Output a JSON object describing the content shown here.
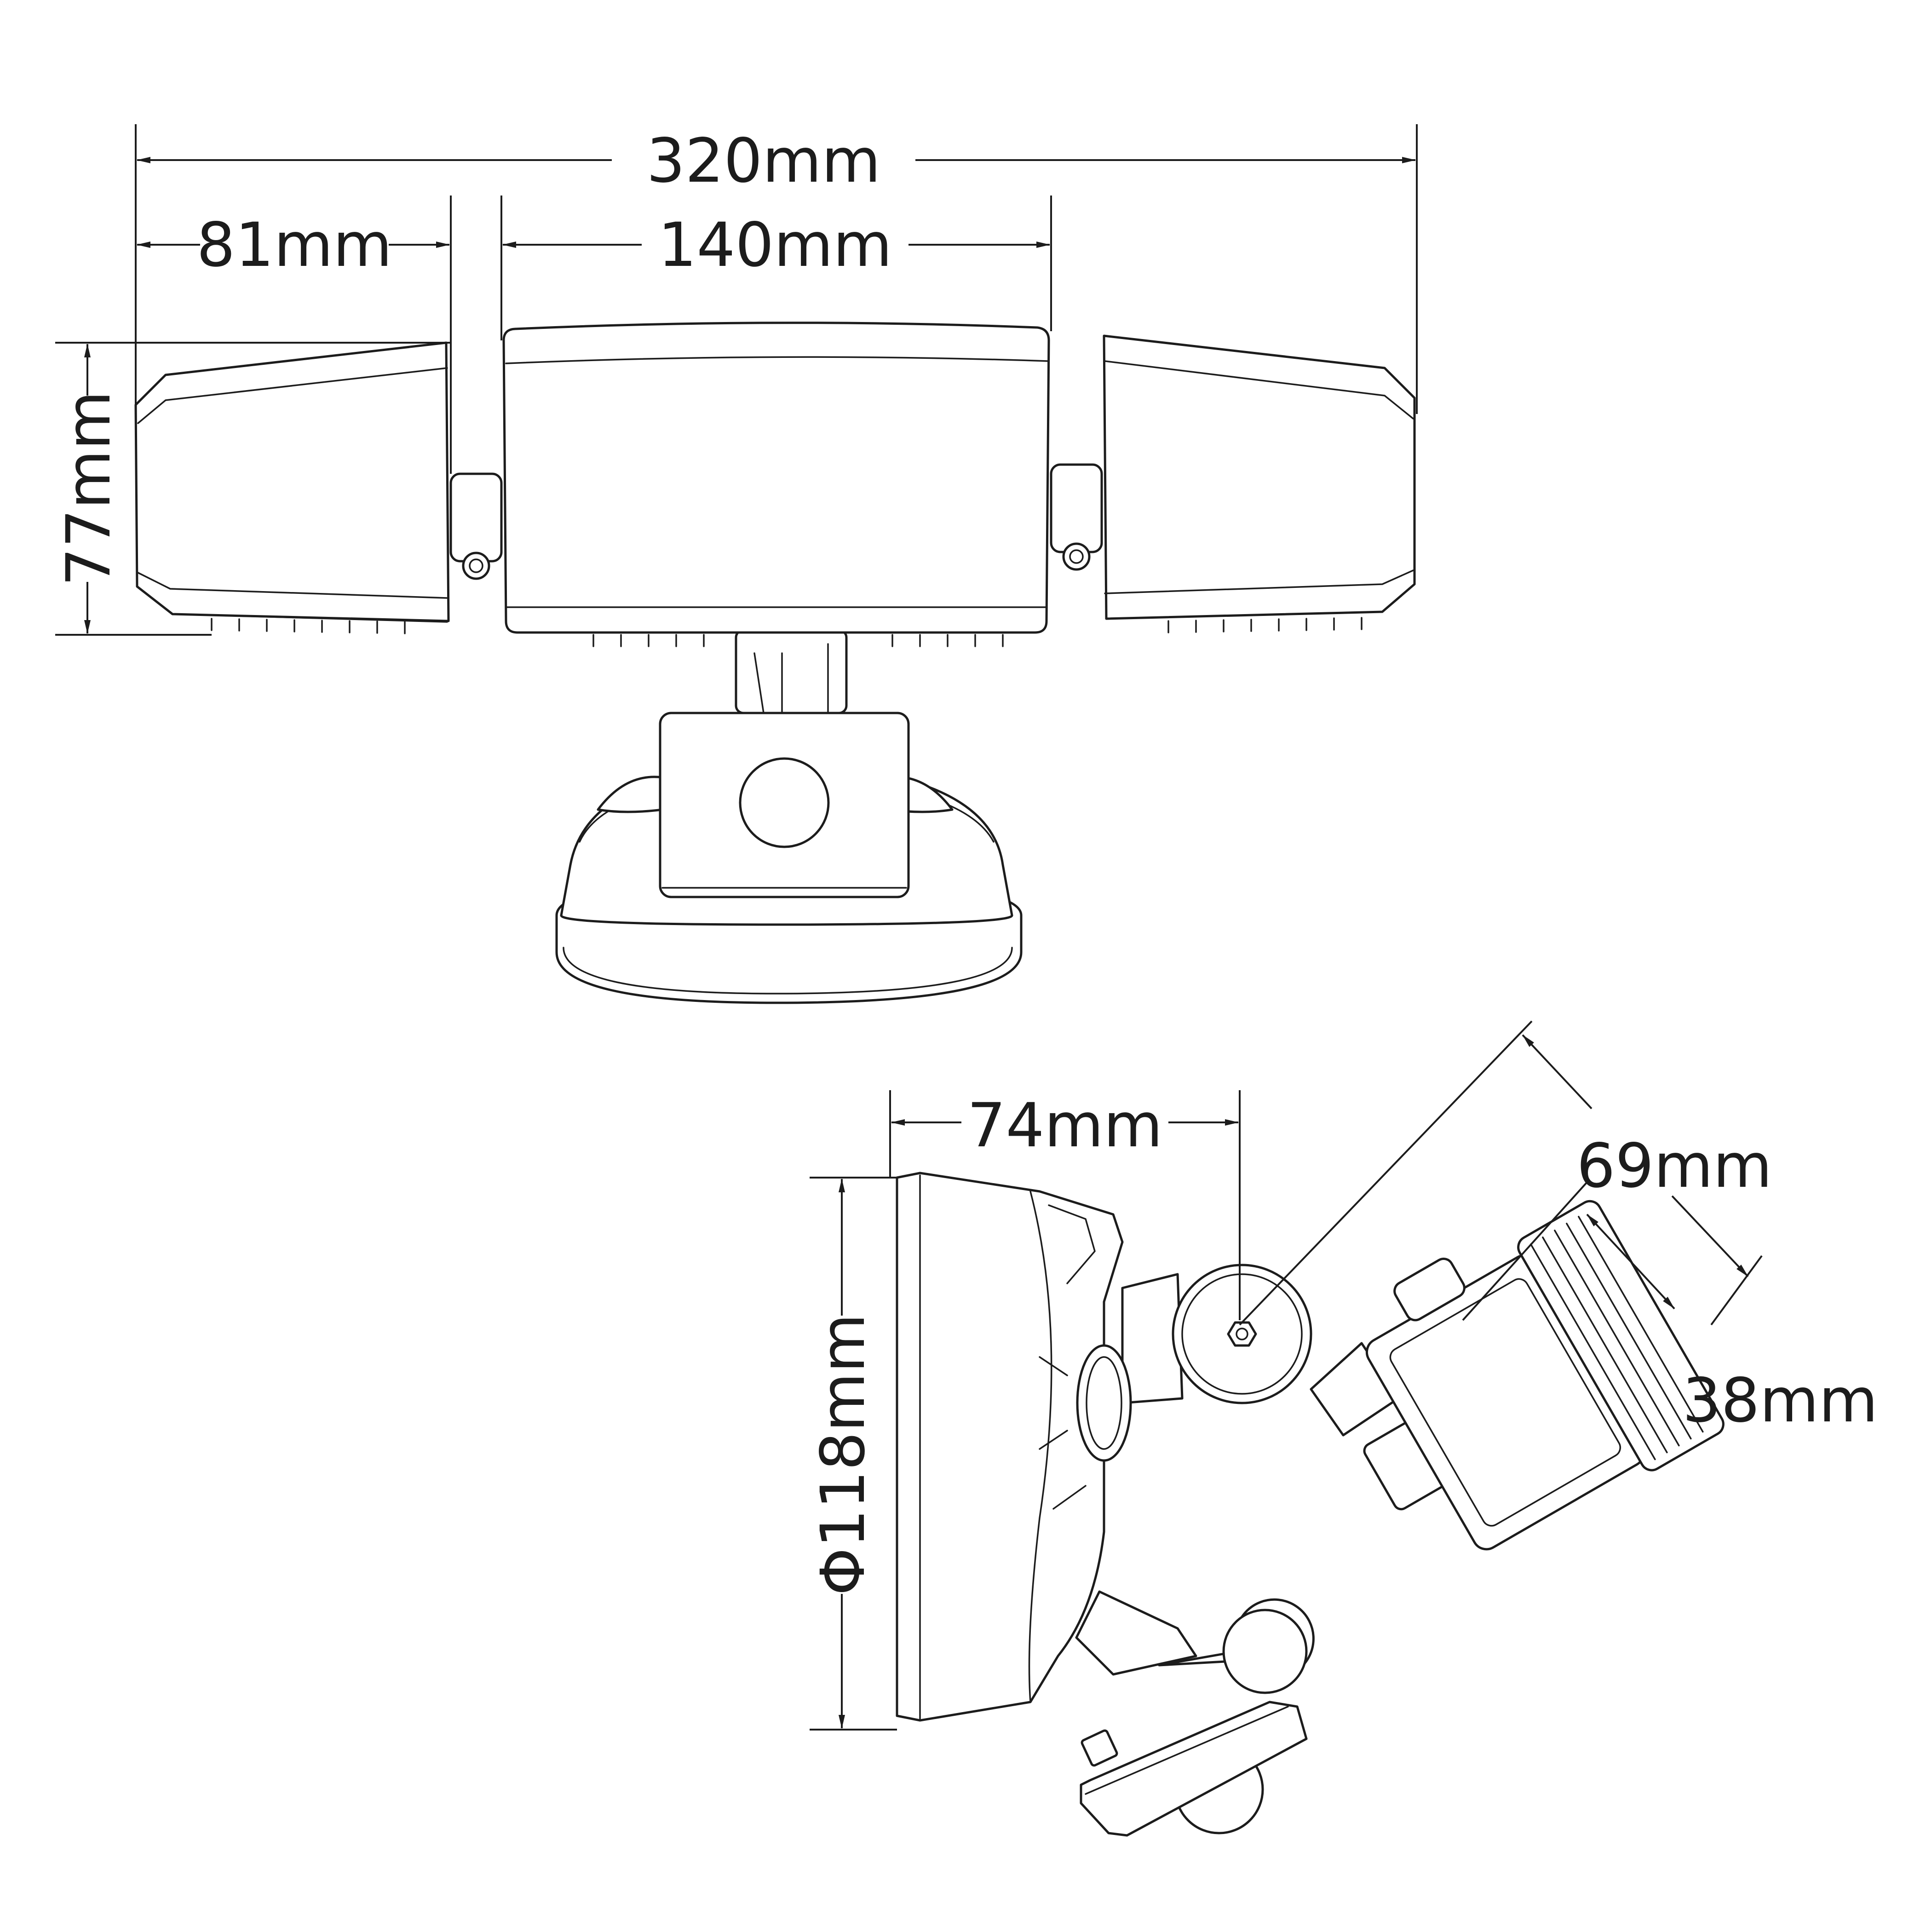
{
  "colors": {
    "ink": "#1c1c1c",
    "paper": "#ffffff"
  },
  "front_view": {
    "overall_width": "320mm",
    "side_head_width": "81mm",
    "center_head_width": "140mm",
    "head_height": "77mm"
  },
  "side_view": {
    "projection": "74mm",
    "head_length": "69mm",
    "head_depth": "38mm",
    "base_diameter": "Φ118mm"
  }
}
